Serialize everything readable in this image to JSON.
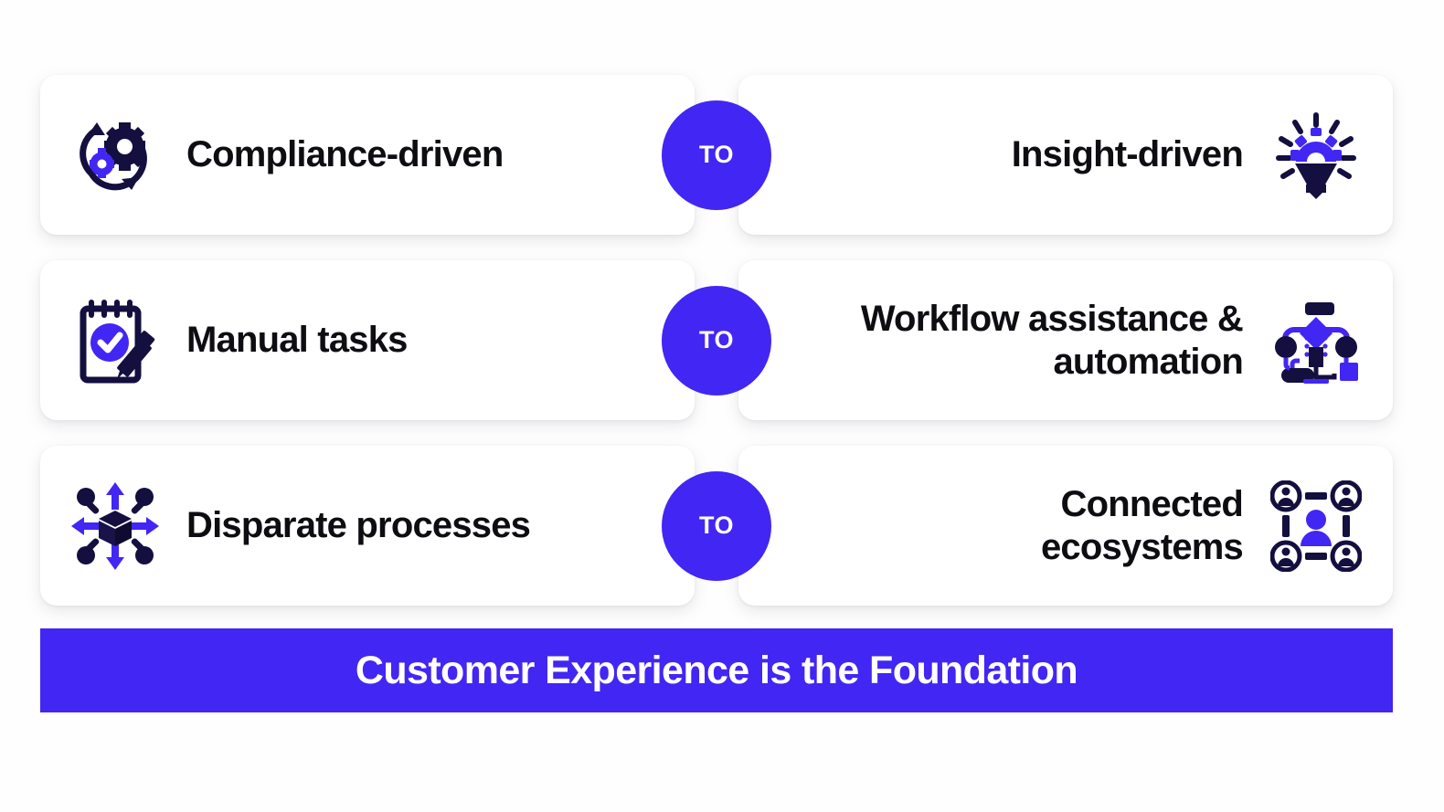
{
  "colors": {
    "accent_blue": "#4226f3",
    "icon_navy": "#130f3f",
    "icon_blue": "#4226f3",
    "text_dark": "#0d0d12",
    "card_bg": "#ffffff",
    "page_bg": "#fefefe",
    "banner_bg": "#4226f3",
    "banner_text": "#ffffff"
  },
  "rows": [
    {
      "from": {
        "label": "Compliance-driven",
        "icon": "gears-refresh-cycle-icon"
      },
      "connector": {
        "label": "TO"
      },
      "to": {
        "label": "Insight-driven",
        "icon": "lightbulb-gear-idea-icon"
      }
    },
    {
      "from": {
        "label": "Manual tasks",
        "icon": "notepad-checklist-pencil-icon"
      },
      "connector": {
        "label": "TO"
      },
      "to": {
        "label_line1": "Workflow assistance &",
        "label_line2": "automation",
        "icon": "workflow-flowchart-automation-icon"
      }
    },
    {
      "from": {
        "label": "Disparate processes",
        "icon": "scattered-nodes-cube-arrows-icon"
      },
      "connector": {
        "label": "TO"
      },
      "to": {
        "label_line1": "Connected",
        "label_line2": "ecosystems",
        "icon": "connected-people-network-icon"
      }
    }
  ],
  "banner": {
    "text": "Customer Experience is the Foundation"
  }
}
